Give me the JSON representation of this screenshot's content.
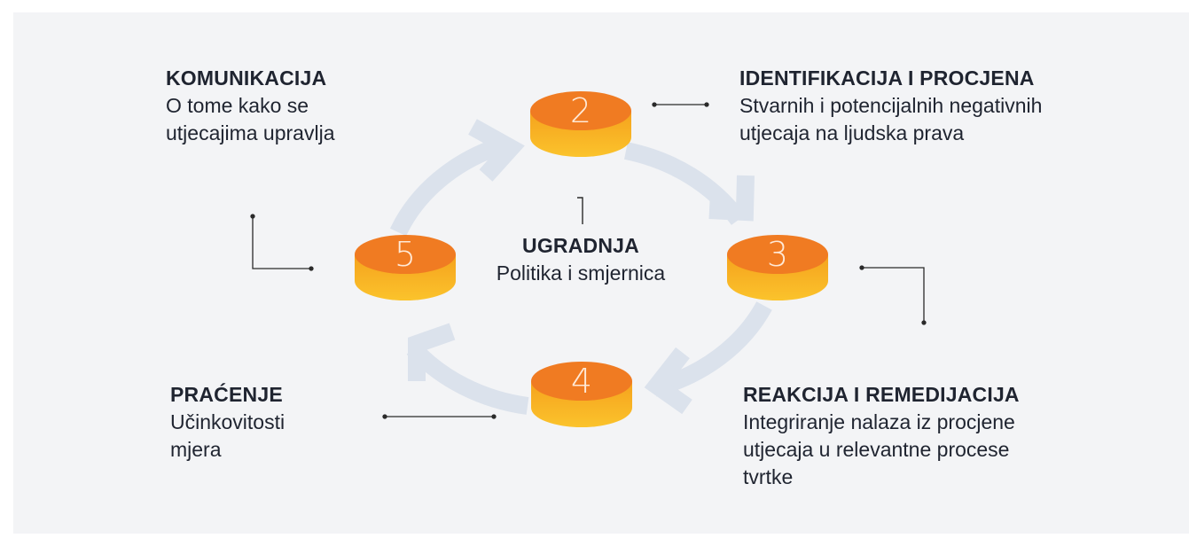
{
  "colors": {
    "background": "#f3f4f6",
    "arrows": "#dbe2ec",
    "disc_top": "#f07b22",
    "disc_side_top": "#f5a21d",
    "disc_side_bottom": "#fbc32c",
    "text": "#1f2430"
  },
  "center": {
    "number": "1",
    "title": "UGRADNJA",
    "text": "Politika i smjernica"
  },
  "steps": [
    {
      "number": "2",
      "title": "IDENTIFIKACIJA I PROCJENA",
      "lines": [
        "Stvarnih i potencijalnih negativnih",
        "utjecaja na ljudska prava"
      ]
    },
    {
      "number": "3",
      "title": "REAKCIJA I REMEDIJACIJA",
      "lines": [
        "Integriranje nalaza iz procjene",
        "utjecaja u relevantne procese",
        "tvrtke"
      ]
    },
    {
      "number": "4",
      "title": "PRAĆENJE",
      "lines": [
        "Učinkovitosti",
        "mjera"
      ]
    },
    {
      "number": "5",
      "title": "KOMUNIKACIJA",
      "lines": [
        "O tome kako se",
        "utjecajima upravlja"
      ]
    }
  ]
}
